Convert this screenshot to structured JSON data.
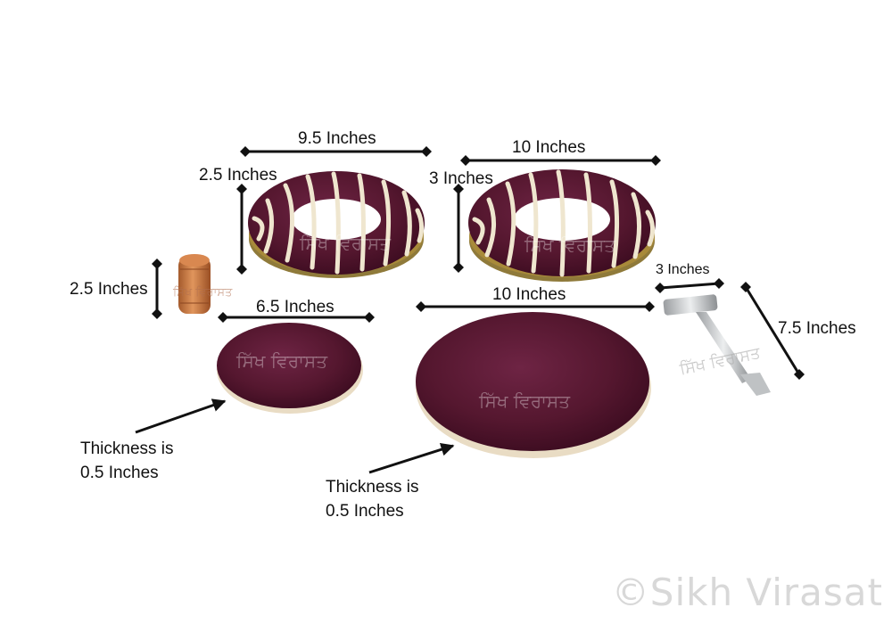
{
  "dimensions": {
    "ring_small_width": "9.5 Inches",
    "ring_small_height": "2.5 Inches",
    "ring_large_width": "10 Inches",
    "ring_large_height": "3 Inches",
    "rod_length": "2.5 Inches",
    "disc_small_width": "6.5 Inches",
    "disc_large_width": "10 Inches",
    "tool_head": "3 Inches",
    "tool_length": "7.5 Inches"
  },
  "notes": {
    "small_disc_line1": "Thickness is",
    "small_disc_line2": "0.5 Inches",
    "large_disc_line1": "Thickness is",
    "large_disc_line2": "0.5 Inches"
  },
  "watermarks": {
    "gurmukhi": "ਸਿੱਖ ਵਿਰਾਸਤ",
    "copyright": "©Sikh Virasat"
  },
  "colors": {
    "velvet": "#5a1a34",
    "velvet_dark": "#3a0b1f",
    "cord": "#efe6cf",
    "gold_band": "#a88a3a",
    "wood": "#c97a45",
    "steel": "#c8cacc"
  },
  "icons": {
    "dimension_arrow": "double-arrow-icon",
    "pointer_arrow": "arrow-icon"
  }
}
